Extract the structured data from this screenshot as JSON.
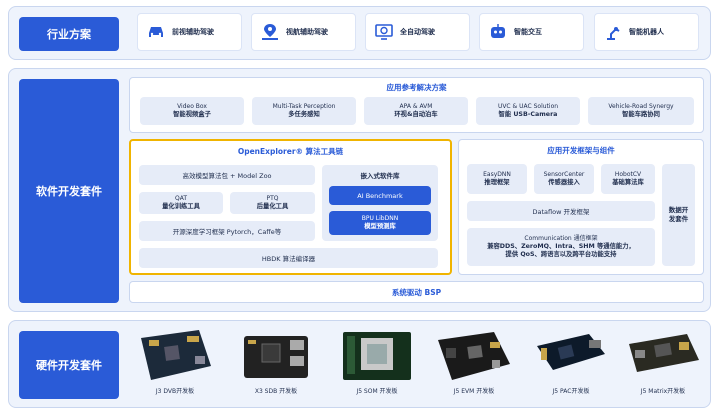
{
  "industry": {
    "label": "行业方案",
    "items": [
      {
        "label": "前视辅助驾驶",
        "icon": "car-icon"
      },
      {
        "label": "视航辅助驾驶",
        "icon": "map-pin-icon"
      },
      {
        "label": "全自动驾驶",
        "icon": "steering-screen-icon"
      },
      {
        "label": "智能交互",
        "icon": "robot-face-icon"
      },
      {
        "label": "智能机器人",
        "icon": "robot-arm-icon"
      }
    ]
  },
  "software": {
    "label": "软件开发套件",
    "app_ref": {
      "title": "应用参考解决方案",
      "items": [
        {
          "en": "Video Box",
          "zh": "智能视频盒子"
        },
        {
          "en": "Multi-Task Perception",
          "zh": "多任务感知"
        },
        {
          "en": "APA & AVM",
          "zh": "环视&自动泊车"
        },
        {
          "en": "UVC & UAC Solution",
          "zh": "智能 USB-Camera"
        },
        {
          "en": "Vehicle-Road Synergy",
          "zh": "智能车路协同"
        }
      ]
    },
    "openexplorer": {
      "title": "OpenExplorer® 算法工具链",
      "model_pack": "高效模型算法包 + Model Zoo",
      "qat": {
        "en": "QAT",
        "zh": "量化训练工具"
      },
      "ptq": {
        "en": "PTQ",
        "zh": "后量化工具"
      },
      "frameworks": "开源深度学习框架 Pytorch，Caffe等",
      "compiler": "HBDK 算法编译器",
      "embedded": "嵌入式软件库",
      "ai_benchmark": "AI Benchmark",
      "bpu": {
        "en": "BPU LibDNN",
        "zh": "模型预测库"
      }
    },
    "app_framework": {
      "title": "应用开发框架与组件",
      "easydnn": {
        "en": "EasyDNN",
        "zh": "推理框架"
      },
      "sensorcenter": {
        "en": "SensorCenter",
        "zh": "传感器接入"
      },
      "hobotcv": {
        "en": "HobotCV",
        "zh": "基础算法库"
      },
      "dataflow": "Dataflow 开发框架",
      "communication": {
        "title": "Communication 通信框架",
        "line1": "兼容DDS、ZeroMQ、Intra、SHM 等通信能力，",
        "line2": "提供 QoS、跨语言以及跨平台功能支持"
      },
      "data_dev": "数据开发套件"
    },
    "bsp": "系统驱动 BSP"
  },
  "hardware": {
    "label": "硬件开发套件",
    "boards": [
      "J3 DVB开发板",
      "X3 SDB 开发板",
      "J5 SOM 开发板",
      "J5 EVM 开发板",
      "J5 PAC开发板",
      "J5 Matrix开发板"
    ]
  },
  "colors": {
    "accent": "#2a5bd7",
    "panel": "#eef3fc",
    "highlight": "#f0b400"
  }
}
